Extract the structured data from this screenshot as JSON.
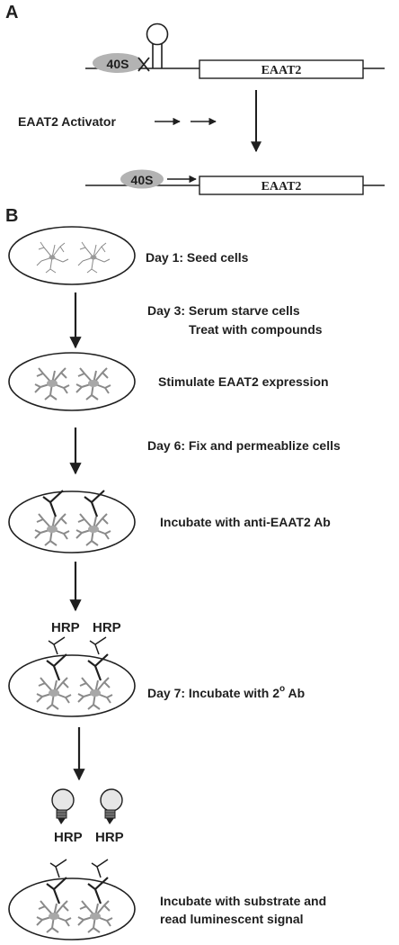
{
  "panel_a": {
    "label": "A",
    "ribosome": "40S",
    "gene": "EAAT2",
    "activator": "EAAT2 Activator",
    "ribosome_bottom": "40S",
    "gene_bottom": "EAAT2"
  },
  "panel_b": {
    "label": "B",
    "steps": [
      {
        "line1": "Day 1: Seed cells",
        "line2": ""
      },
      {
        "line1": "Day 3: Serum starve cells",
        "line2": "Treat with compounds"
      },
      {
        "line1": "Stimulate EAAT2 expression",
        "line2": ""
      },
      {
        "line1": "Day 6: Fix and permeablize cells",
        "line2": ""
      },
      {
        "line1": "Incubate with  anti-EAAT2 Ab",
        "line2": ""
      },
      {
        "line1": "Day 7: Incubate with 2",
        "line2": " Ab",
        "superscript": "o"
      },
      {
        "line1": "Incubate with substrate and",
        "line2": "read luminescent signal"
      }
    ],
    "hrp_label": "HRP"
  },
  "colors": {
    "ink": "#1f1f1f",
    "ribosome_fill": "#b3b3b3",
    "cell_strokes": "#8a8a8a",
    "cell_fill": "#a8a8a8",
    "bulb_fill": "#e6e6e6"
  },
  "icons": [
    "hairpin-icon",
    "ribosome-icon",
    "cross-icon",
    "arrow-icon",
    "cell-dish-icon",
    "antibody-icon",
    "lightbulb-icon"
  ]
}
